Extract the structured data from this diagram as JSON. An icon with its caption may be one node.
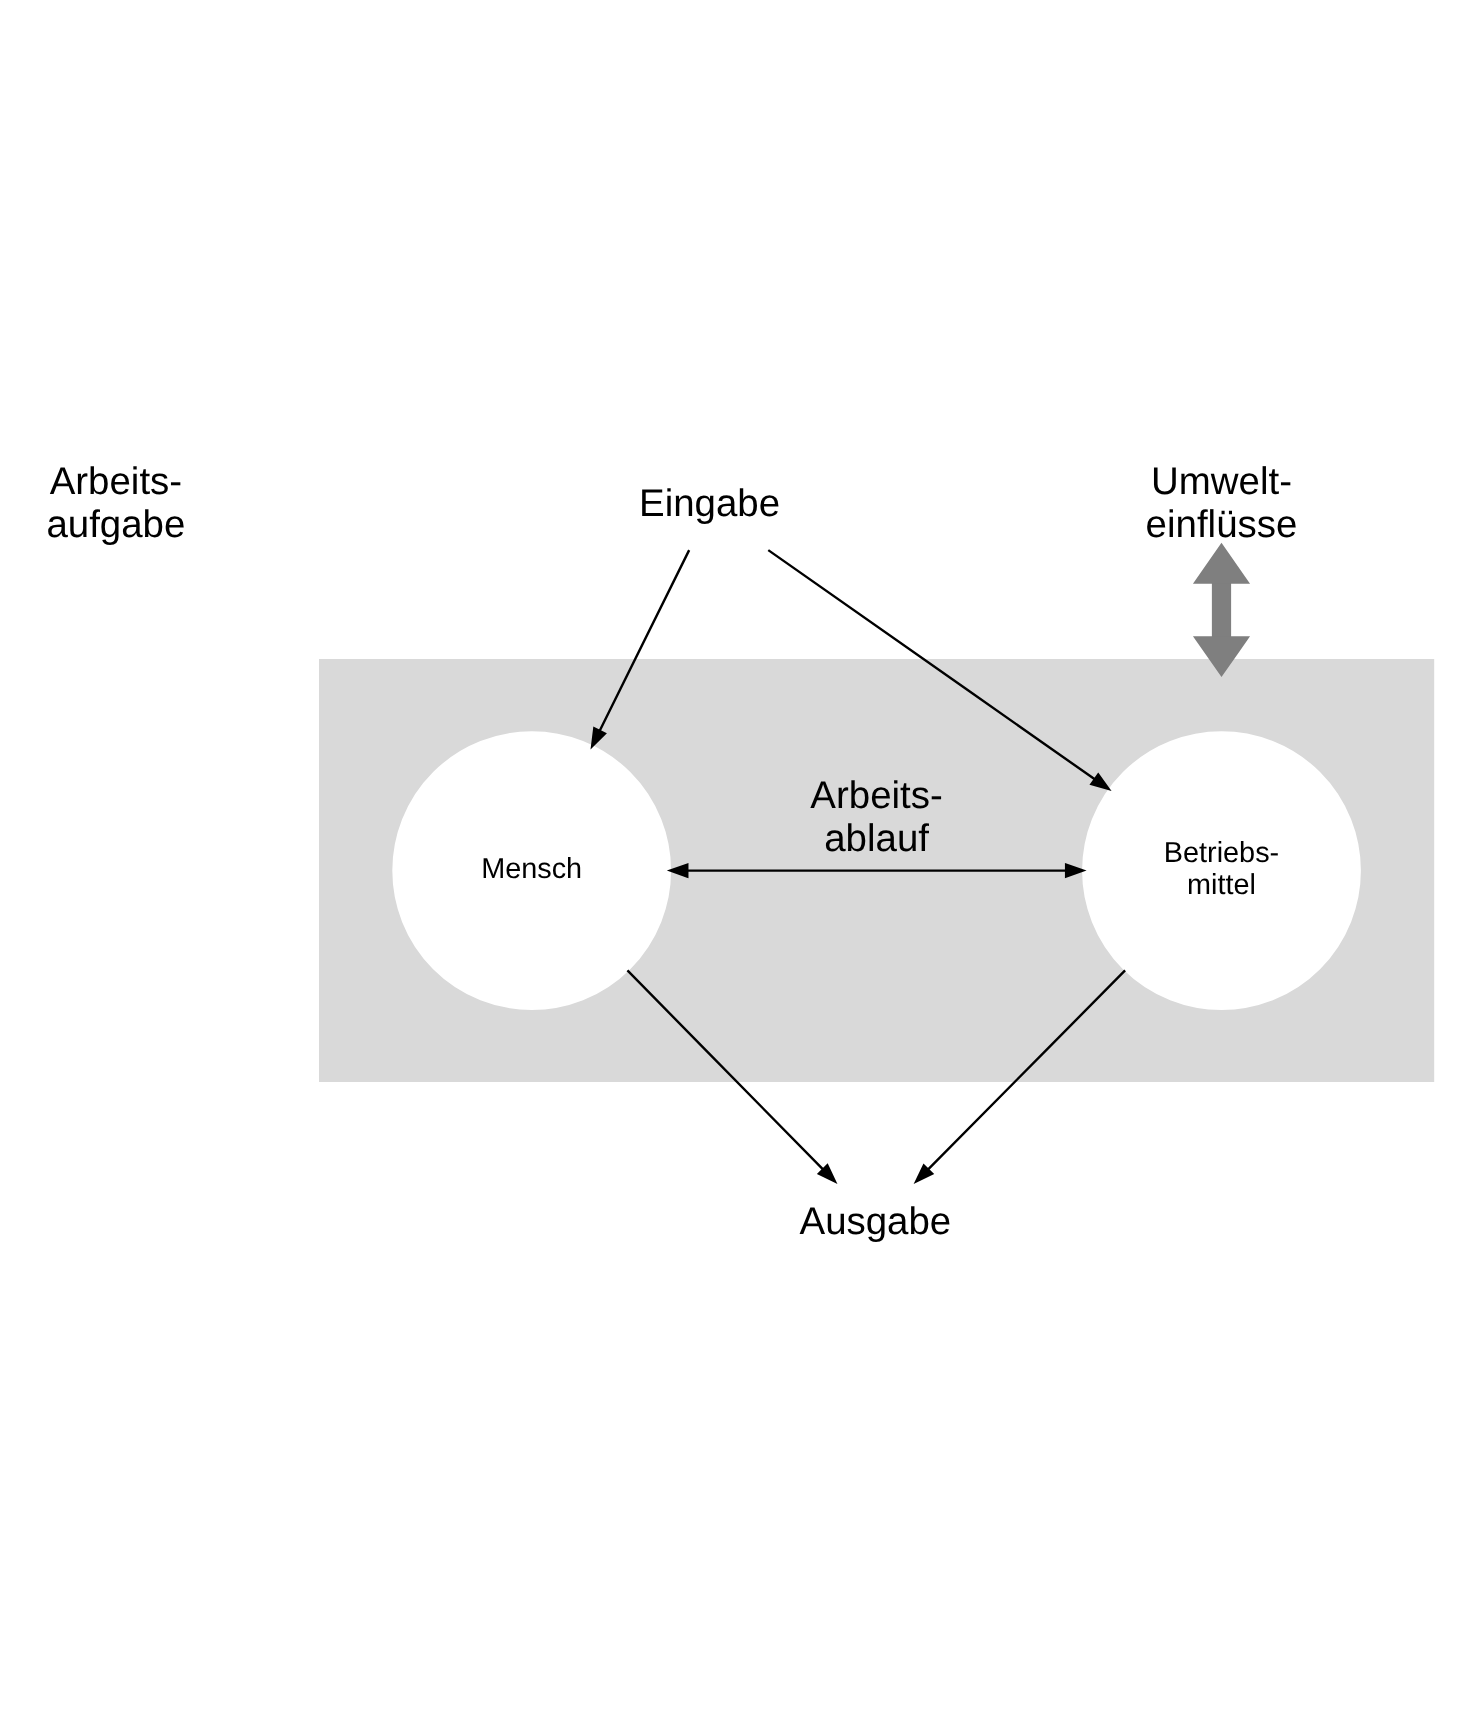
{
  "diagram": {
    "nodes": [
      {
        "text": [],
        "shape": "box"
      },
      {
        "text": [
          "Eingabe"
        ]
      },
      {
        "text": [
          "Mensch"
        ],
        "in": 0
      },
      {
        "text": [
          "Betriebs- mittel"
        ],
        "in": 0
      },
      {
        "text": [
          "Ausgabe"
        ]
      },
      {
        "text": [
          "Umwelt- einflüsse"
        ]
      }
    ],
    "edges": [
      {
        "from": 1,
        "to": 2,
        "arrow": "to"
      },
      {
        "from": 1,
        "to": 3,
        "arrow": "to"
      },
      {
        "from": 2,
        "to": 3,
        "arrow": "both",
        "label": "Arbeits- ablauf"
      },
      {
        "from": 2,
        "to": 4,
        "arrow": "to"
      },
      {
        "from": 3,
        "to": 4,
        "arrow": "to"
      },
      {
        "from": 5,
        "to": 0,
        "arrow": "both",
        "style": "thick",
        "color": "#7f7f7f"
      }
    ],
    "labels": [
      "Arbeits- aufgabe"
    ]
  }
}
